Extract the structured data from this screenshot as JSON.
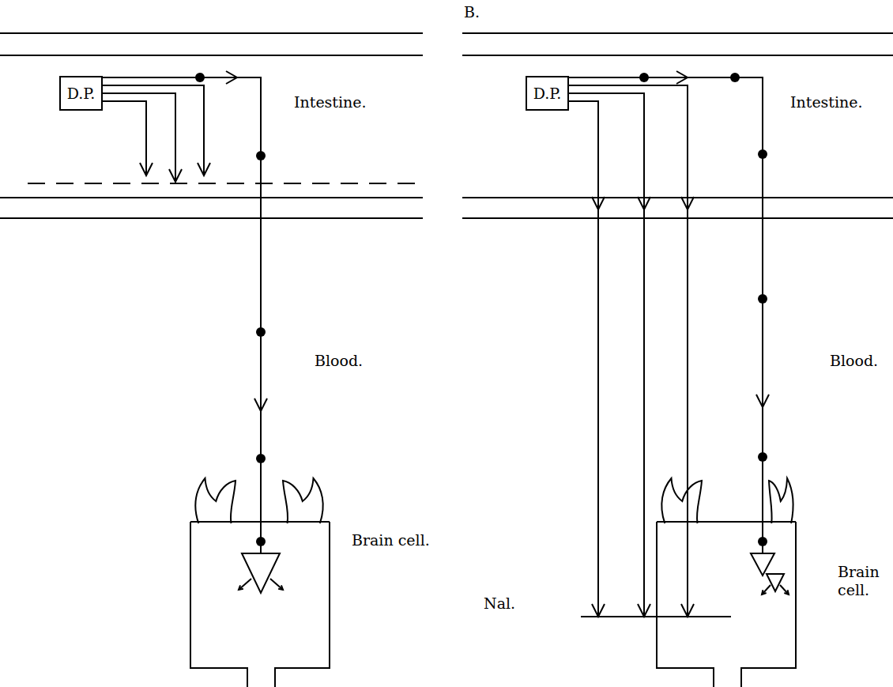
{
  "diagram": {
    "nodes": [
      {
        "text": [
          "D.P."
        ]
      },
      {
        "text": [
          "Brain cell."
        ]
      },
      {
        "text": [
          "D.P."
        ]
      },
      {
        "text": [
          "Brain cell."
        ]
      }
    ],
    "edges": [
      {
        "from": 0,
        "to": 1,
        "arrow": "to"
      },
      {
        "from": 2,
        "to": 3,
        "arrow": "to"
      }
    ],
    "labels": [
      "Intestine.",
      "Blood.",
      "B.",
      "Intestine.",
      "Blood.",
      "Nal."
    ]
  }
}
